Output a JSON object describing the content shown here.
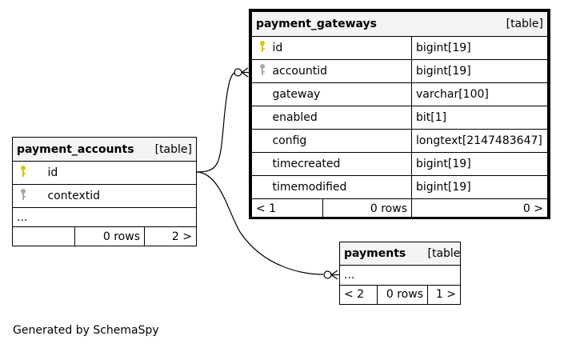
{
  "tables": {
    "payment_gateways": {
      "name": "payment_gateways",
      "kind": "[table]",
      "columns": [
        {
          "name": "id",
          "type": "bigint[19]",
          "key": "primary"
        },
        {
          "name": "accountid",
          "type": "bigint[19]",
          "key": "foreign"
        },
        {
          "name": "gateway",
          "type": "varchar[100]",
          "key": ""
        },
        {
          "name": "enabled",
          "type": "bit[1]",
          "key": ""
        },
        {
          "name": "config",
          "type": "longtext[2147483647]",
          "key": ""
        },
        {
          "name": "timecreated",
          "type": "bigint[19]",
          "key": ""
        },
        {
          "name": "timemodified",
          "type": "bigint[19]",
          "key": ""
        }
      ],
      "parents": "< 1",
      "rows": "0 rows",
      "children": "0 >"
    },
    "payment_accounts": {
      "name": "payment_accounts",
      "kind": "[table]",
      "columns": [
        {
          "name": "id",
          "key": "primary"
        },
        {
          "name": "contextid",
          "key": "foreign"
        }
      ],
      "more": "...",
      "parents": "",
      "rows": "0 rows",
      "children": "2 >"
    },
    "payments": {
      "name": "payments",
      "kind": "[table]",
      "more": "...",
      "parents": "< 2",
      "rows": "0 rows",
      "children": "1 >"
    }
  },
  "colors": {
    "primary_key": "#d4c800",
    "foreign_key": "#a8a8a8",
    "header_bg": "#f4f4f4"
  },
  "footer": "Generated by SchemaSpy"
}
